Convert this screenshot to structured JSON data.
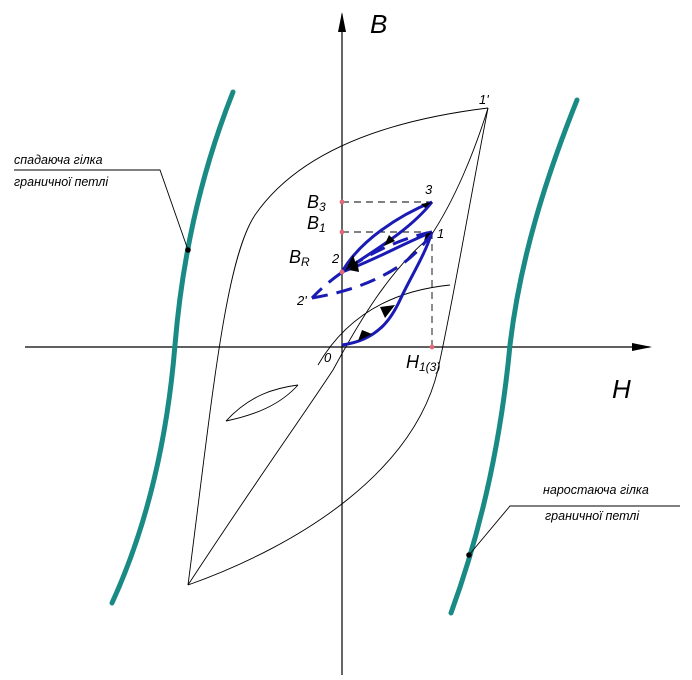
{
  "axes": {
    "y_label": "B",
    "x_label": "H"
  },
  "points": {
    "origin": "0",
    "p1": "1",
    "p1_prime": "1'",
    "p2": "2",
    "p2_prime": "2'",
    "p3": "3"
  },
  "levels": {
    "b3_main": "B",
    "b3_sub": "3",
    "b1_main": "B",
    "b1_sub": "1",
    "br_main": "B",
    "br_sub": "R",
    "h_main": "H",
    "h_sub": "1(3)"
  },
  "annotations": {
    "descending_line1": "спадаюча гілка",
    "descending_line2": "граничної петлі",
    "ascending_line1": "наростаюча гілка",
    "ascending_line2": "граничної петлі"
  },
  "colors": {
    "boundary_branch": "#1a8a84",
    "minor_loop": "#1a1ab4",
    "curve": "#000000",
    "marker": "#e06a7a"
  }
}
